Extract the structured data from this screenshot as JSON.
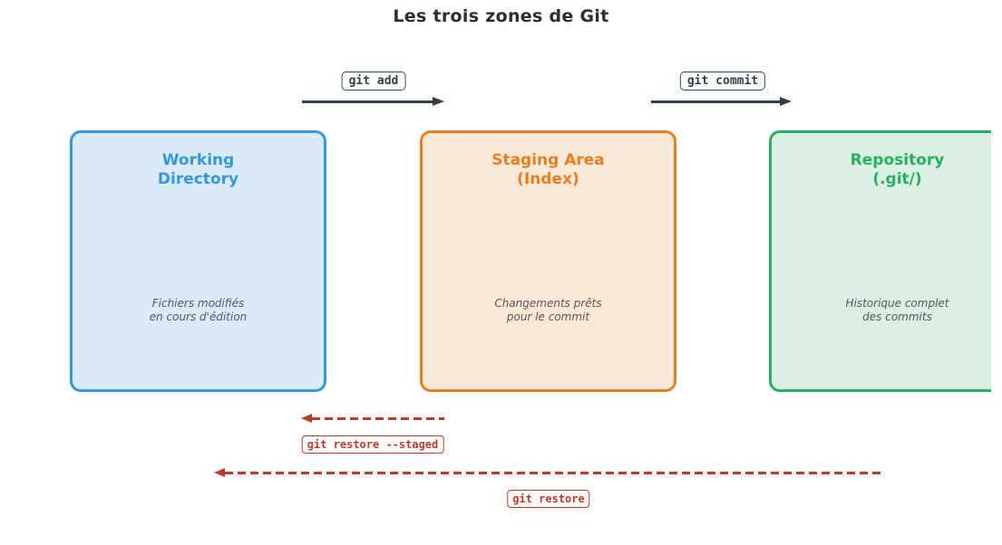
{
  "diagram": {
    "title": "Les trois zones de Git"
  },
  "zones": [
    {
      "id": "working-directory",
      "title_line1": "Working",
      "title_line2": "Directory",
      "subtitle_line1": "Fichiers modifiés",
      "subtitle_line2": "en cours d'édition",
      "border_color": "#3498db",
      "fill_color": "#d9eaf8",
      "title_color": "#3498db"
    },
    {
      "id": "staging-area",
      "title_line1": "Staging Area",
      "title_line2": "(Index)",
      "subtitle_line1": "Changements prêts",
      "subtitle_line2": "pour le commit",
      "border_color": "#e67e22",
      "fill_color": "#fbe9d7",
      "title_color": "#e67e22"
    },
    {
      "id": "repository",
      "title_line1": "Repository",
      "title_line2": "(.git/)",
      "subtitle_line1": "Historique complet",
      "subtitle_line2": "des commits",
      "border_color": "#27ae60",
      "fill_color": "#daf0e4",
      "title_color": "#27ae60"
    }
  ],
  "flows": [
    {
      "label": "git add",
      "direction": "right",
      "style": "solid",
      "color": "#2c3e50"
    },
    {
      "label": "git commit",
      "direction": "right",
      "style": "solid",
      "color": "#2c3e50"
    },
    {
      "label": "git restore --staged",
      "direction": "left",
      "style": "dashed",
      "color": "#c0392b"
    },
    {
      "label": "git restore",
      "direction": "left",
      "style": "dashed",
      "color": "#c0392b"
    }
  ]
}
